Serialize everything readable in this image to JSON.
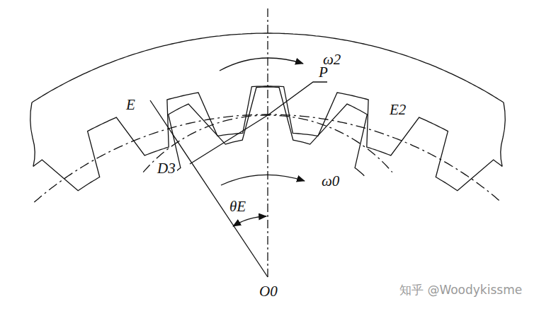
{
  "diagram": {
    "labels": [
      "ω2",
      "P",
      "E",
      "E2",
      "D3",
      "ω0",
      "θE",
      "O0",
      "知乎 @Woodykissme"
    ]
  }
}
